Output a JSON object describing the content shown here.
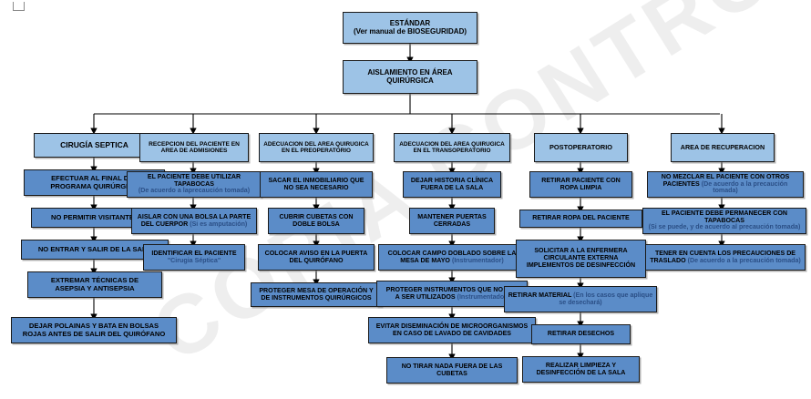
{
  "document": {
    "watermark": "COPIA CONTROLADA",
    "type": "flowchart",
    "language": "es"
  },
  "colors": {
    "header_fill": "#9DC3E6",
    "node_fill": "#5B8CC8",
    "border": "#1A1A1A",
    "connector": "#000000",
    "watermark": "#EEEEEE",
    "sub_text": "#2B4F86"
  },
  "root": {
    "title": "ESTÁNDAR",
    "subtitle": "(Ver manual de BIOSEGURIDAD)"
  },
  "level2": {
    "title": "AISLAMIENTO EN ÁREA QUIRÚRGICA"
  },
  "columns": [
    {
      "header": "CIRUGÍA SEPTICA",
      "nodes": [
        {
          "line1": "EFECTUAR AL FINAL DEL",
          "line2": "PROGRAMA QUIRÚRGICO",
          "sub": ""
        },
        {
          "line1": "NO PERMITIR VISITANTES",
          "line2": "",
          "sub": ""
        },
        {
          "line1": "NO ENTRAR Y SALIR DE LA SALA",
          "line2": "",
          "sub": ""
        },
        {
          "line1": "EXTREMAR TÉCNICAS DE",
          "line2": "ASEPSIA Y ANTISEPSIA",
          "sub": ""
        },
        {
          "line1": "DEJAR POLAINAS Y BATA EN BOLSAS",
          "line2": "ROJAS ANTES DE SALIR DEL QUIRÓFANO",
          "sub": ""
        }
      ]
    },
    {
      "header": "RECEPCION DEL PACIENTE EN AREA DE ADMISIONES",
      "nodes": [
        {
          "line1": "EL PACIENTE DEBE UTILIZAR TAPABOCAS",
          "line2": "",
          "sub": "(De acuerdo a laprecaución tomada)"
        },
        {
          "line1": "AISLAR CON UNA BOLSA LA PARTE",
          "line2": "DEL CUERPOR",
          "sub": "(Si es amputación)"
        },
        {
          "line1": "IDENTIFICAR EL PACIENTE",
          "line2": "",
          "sub": "\"Cirugia Séptica\""
        }
      ]
    },
    {
      "header": "ADECUACION DEL AREA QUIRUGICA EN EL PREOPERATORIO",
      "nodes": [
        {
          "line1": "SACAR EL INMOBILIARIO QUE",
          "line2": "NO SEA NECESARIO",
          "sub": ""
        },
        {
          "line1": "CUBRIR CUBETAS CON",
          "line2": "DOBLE BOLSA",
          "sub": ""
        },
        {
          "line1": "COLOCAR AVISO EN LA PUERTA",
          "line2": "DEL QUIRÓFANO",
          "sub": ""
        },
        {
          "line1": "PROTEGER MESA DE OPERACIÓN Y",
          "line2": "DE INSTRUMENTOS QUIRÚRGICOS",
          "sub": ""
        }
      ]
    },
    {
      "header": "ADECUACION DEL AREA QUIRUGICA EN EL TRANSOPERATORIO",
      "nodes": [
        {
          "line1": "DEJAR HISTORIA CLÍNICA",
          "line2": "FUERA DE LA SALA",
          "sub": ""
        },
        {
          "line1": "MANTENER PUERTAS",
          "line2": "CERRADAS",
          "sub": ""
        },
        {
          "line1": "COLOCAR CAMPO DOBLADO SOBRE LA",
          "line2": "MESA DE MAYO",
          "sub": "(Instrumentador)"
        },
        {
          "line1": "PROTEGER INSTRUMENTOS QUE NO VAN",
          "line2": "A SER UTILIZADOS",
          "sub": "(Instrumentador)"
        },
        {
          "line1": "EVITAR DISEMINACIÓN DE MICROORGANISMOS",
          "line2": "EN CASO DE LAVADO DE CAVIDADES",
          "sub": ""
        },
        {
          "line1": "NO TIRAR NADA FUERA DE LAS",
          "line2": "CUBETAS",
          "sub": ""
        }
      ]
    },
    {
      "header": "POSTOPERATORIO",
      "nodes": [
        {
          "line1": "RETIRAR PACIENTE CON",
          "line2": "ROPA LIMPIA",
          "sub": ""
        },
        {
          "line1": "RETIRAR ROPA DEL PACIENTE",
          "line2": "",
          "sub": ""
        },
        {
          "line1": "SOLICITAR A LA ENFERMERA",
          "line2": "CIRCULANTE EXTERNA",
          "line3": "IMPLEMENTOS DE DESINFECCIÓN",
          "sub": ""
        },
        {
          "line1": "RETIRAR MATERIAL",
          "line2": "",
          "sub": "(En los casos que aplique se desechará)"
        },
        {
          "line1": "RETIRAR DESECHOS",
          "line2": "",
          "sub": ""
        },
        {
          "line1": "REALIZAR LIMPIEZA Y",
          "line2": "DESINFECCIÓN DE LA SALA",
          "sub": ""
        }
      ]
    },
    {
      "header": "AREA DE RECUPERACION",
      "nodes": [
        {
          "line1": "NO MEZCLAR EL PACIENTE CON OTROS",
          "line2": "PACIENTES",
          "sub": "(De acuerdo a la precaución tomada)"
        },
        {
          "line1": "EL PACIENTE DEBE PERMANECER CON TAPABOCAS",
          "line2": "",
          "sub": "(Si se puede, y de acuerdo al precaución tomada)"
        },
        {
          "line1": "TENER EN CUENTA LOS PRECAUCIONES DE",
          "line2": "TRASLADO",
          "sub": "(De acuerdo a la precaución tomada)"
        }
      ]
    }
  ]
}
